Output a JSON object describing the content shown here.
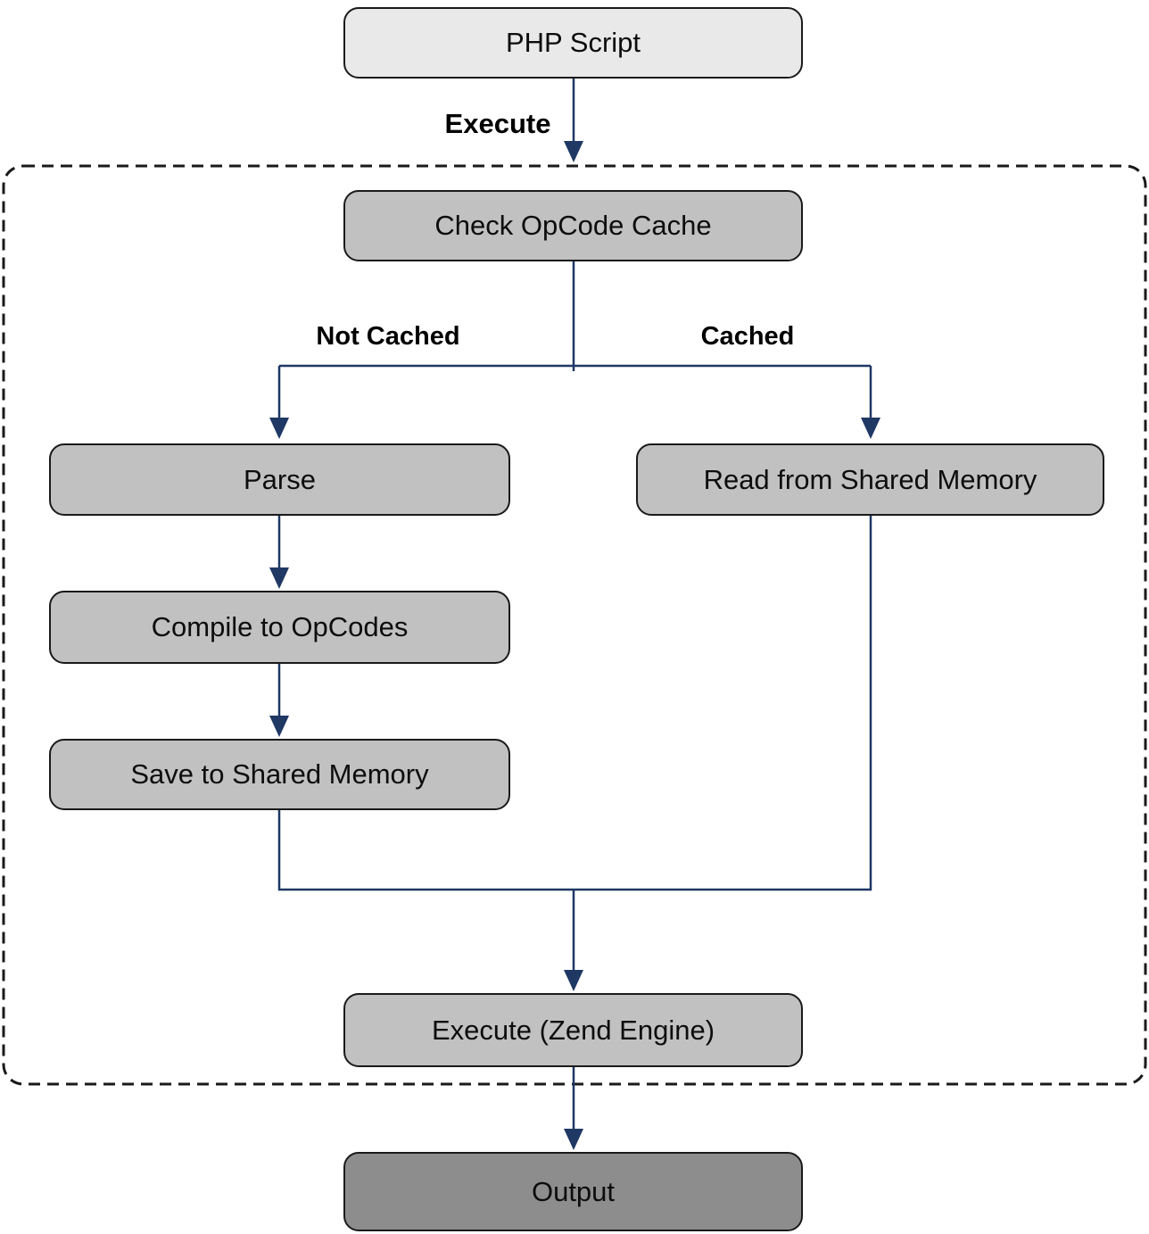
{
  "nodes": {
    "php_script": {
      "label": "PHP Script"
    },
    "check_opcode_cache": {
      "label": "Check OpCode Cache"
    },
    "parse": {
      "label": "Parse"
    },
    "read_shared_memory": {
      "label": "Read from Shared Memory"
    },
    "compile_to_opcodes": {
      "label": "Compile to OpCodes"
    },
    "save_to_shared_memory": {
      "label": "Save to Shared Memory"
    },
    "execute_zend_engine": {
      "label": "Execute (Zend Engine)"
    },
    "output": {
      "label": "Output"
    }
  },
  "edge_labels": {
    "execute": "Execute",
    "not_cached": "Not Cached",
    "cached": "Cached"
  },
  "colors": {
    "box_light": "#e9e9e9",
    "box_medium": "#c1c1c1",
    "box_dark": "#8d8d8d",
    "connector": "#1f3864",
    "border": "#1a1a1a"
  }
}
